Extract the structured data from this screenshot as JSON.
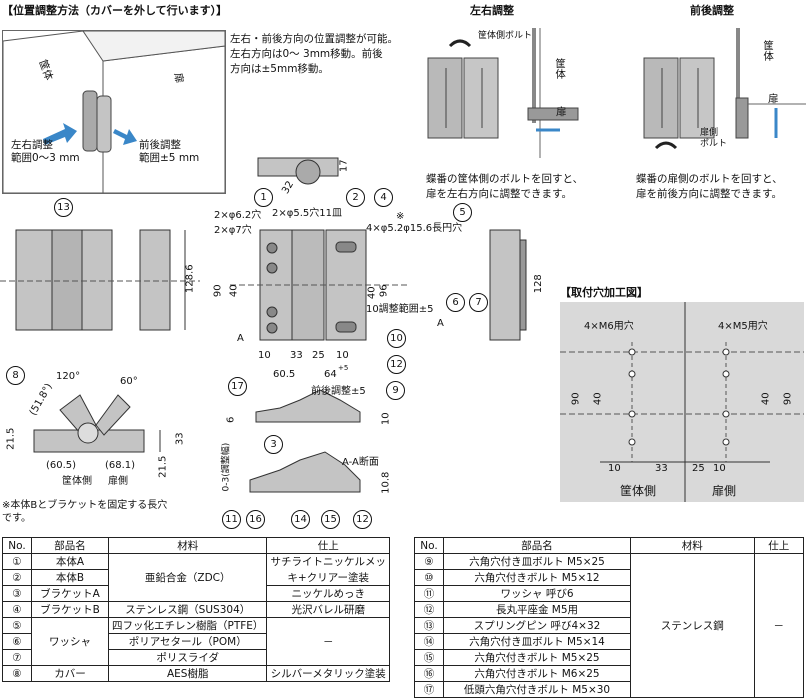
{
  "adjust_section": {
    "title": "【位置調整方法（カバーを外して行います）】",
    "desc_lines": [
      "左右・前後方向の位置調整が可能。",
      "左右方向は0～ 3mm移動。前後",
      "方向は±5mm移動。"
    ],
    "label_kyotai": "筐体",
    "label_tobira": "扉",
    "lr_label": "左右調整",
    "lr_range": "範囲0～3 mm",
    "fb_label": "前後調整",
    "fb_range": "範囲±5 mm"
  },
  "lr_adjust": {
    "title": "左右調整",
    "bolt_label": "筐体側ボルト",
    "kyotai": "筐体",
    "tobira": "扉",
    "desc_lines": [
      "蝶番の筐体側のボルトを回すと、",
      "扉を左右方向に調整できます。"
    ]
  },
  "fb_adjust": {
    "title": "前後調整",
    "kyotai": "筐体",
    "tobira": "扉",
    "bolt_label_1": "扉側",
    "bolt_label_2": "ボルト",
    "desc_lines": [
      "蝶番の扉側のボルトを回すと、",
      "扉を前後方向に調整できます。"
    ]
  },
  "left_drawing": {
    "dim_128_6": "128.6",
    "dim_33": "33",
    "dim_21_5a": "21.5",
    "dim_21_5b": "21.5",
    "dim_60_5": "(60.5)",
    "dim_68_1": "(68.1)",
    "dim_51_8": "(51.8°)",
    "dim_120": "120°",
    "dim_60": "60°",
    "label_kyotai": "筐体側",
    "label_tobira": "扉側",
    "note_lines": [
      "※本体Bとブラケットを固定する長穴",
      "です。"
    ]
  },
  "center_drawing": {
    "dim_32": "32",
    "dim_17": "17",
    "hole_a": "2×φ6.2穴",
    "hole_b": "2×φ7穴",
    "hole_c": "2×φ5.5穴11皿",
    "hole_d": "4×φ5.2φ15.6長円穴",
    "mark": "※",
    "dim_90": "90",
    "dim_40a": "40",
    "dim_40b": "40",
    "dim_96": "96",
    "dim_128": "128",
    "dim_10": "10",
    "dim_33": "33",
    "dim_25": "25",
    "dim_10b": "10",
    "dim_60_5": "60.5",
    "dim_64": "64",
    "dim_64_sup": "+5",
    "adj_range": "10調整範囲±5",
    "label_a1": "A",
    "label_a2": "A",
    "fb_adj": "前後調整±5",
    "dim_6": "6",
    "dim_10c": "10",
    "dim_03": "0-3(調整幅)",
    "dim_10_8": "10.8",
    "section": "A-A断面"
  },
  "mounting": {
    "title": "【取付穴加工図】",
    "hole_m6": "4×M6用穴",
    "hole_m5": "4×M5用穴",
    "dim_90": "90",
    "dim_40a": "40",
    "dim_40b": "40",
    "dim_90b": "90",
    "dim_10": "10",
    "dim_33": "33",
    "dim_25": "25",
    "dim_10b": "10",
    "label_kyotai": "筐体側",
    "label_tobira": "扉側"
  },
  "callouts": [
    "1",
    "2",
    "3",
    "4",
    "5",
    "6",
    "7",
    "8",
    "9",
    "10",
    "11",
    "12",
    "13",
    "14",
    "15",
    "16",
    "17"
  ],
  "table_left": {
    "headers": [
      "No.",
      "部品名",
      "材料",
      "仕上"
    ],
    "rows": [
      [
        "①",
        "本体A",
        "亜鉛合金（ZDC）",
        "サチライトニッケルメッ"
      ],
      [
        "②",
        "本体B",
        "",
        "キ+クリアー塗装"
      ],
      [
        "③",
        "ブラケットA",
        "",
        "ニッケルめっき"
      ],
      [
        "④",
        "ブラケットB",
        "ステンレス鋼（SUS304）",
        "光沢バレル研磨"
      ],
      [
        "⑤",
        "",
        "四フッ化エチレン樹脂（PTFE）",
        ""
      ],
      [
        "⑥",
        "ワッシャ",
        "ポリアセタール（POM）",
        "－"
      ],
      [
        "⑦",
        "",
        "ポリスライダ",
        ""
      ],
      [
        "⑧",
        "カバー",
        "AES樹脂",
        "シルバーメタリック塗装"
      ]
    ]
  },
  "table_right": {
    "headers": [
      "No.",
      "部品名",
      "材料",
      "仕上"
    ],
    "rows": [
      [
        "⑨",
        "六角穴付き皿ボルト M5×25"
      ],
      [
        "⑩",
        "六角穴付きボルト M5×12"
      ],
      [
        "⑪",
        "ワッシャ 呼び6"
      ],
      [
        "⑫",
        "長丸平座金 M5用"
      ],
      [
        "⑬",
        "スプリングピン 呼び4×32"
      ],
      [
        "⑭",
        "六角穴付き皿ボルト M5×14"
      ],
      [
        "⑮",
        "六角穴付きボルト M5×25"
      ],
      [
        "⑯",
        "六角穴付きボルト M6×25"
      ],
      [
        "⑰",
        "低頭六角穴付きボルト M5×30"
      ]
    ],
    "material": "ステンレス鋼",
    "finish": "－"
  },
  "colors": {
    "part_grey": "#b9b9b9",
    "panel_grey": "#d9d9d9",
    "arrow_blue": "#3a87c8",
    "dark": "#444444"
  }
}
